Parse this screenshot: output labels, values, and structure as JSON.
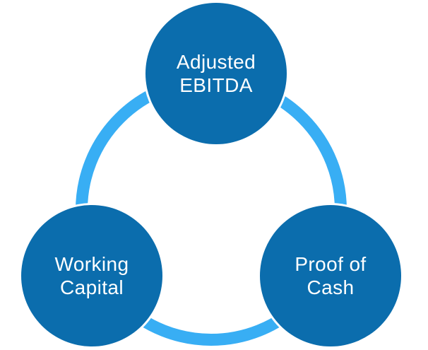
{
  "diagram": {
    "type": "cycle",
    "description": "Three-node circular diagram connected by a ring",
    "nodes": [
      {
        "id": "adjusted-ebitda",
        "position": "top",
        "label_lines": [
          "Adjusted",
          "EBITDA"
        ]
      },
      {
        "id": "working-capital",
        "position": "bottom-left",
        "label_lines": [
          "Working",
          "Capital"
        ]
      },
      {
        "id": "proof-of-cash",
        "position": "bottom-right",
        "label_lines": [
          "Proof of",
          "Cash"
        ]
      }
    ],
    "colors": {
      "node_fill": "#0b6dad",
      "ring": "#38aef4",
      "label_text": "#ffffff",
      "background": "#ffffff"
    }
  }
}
